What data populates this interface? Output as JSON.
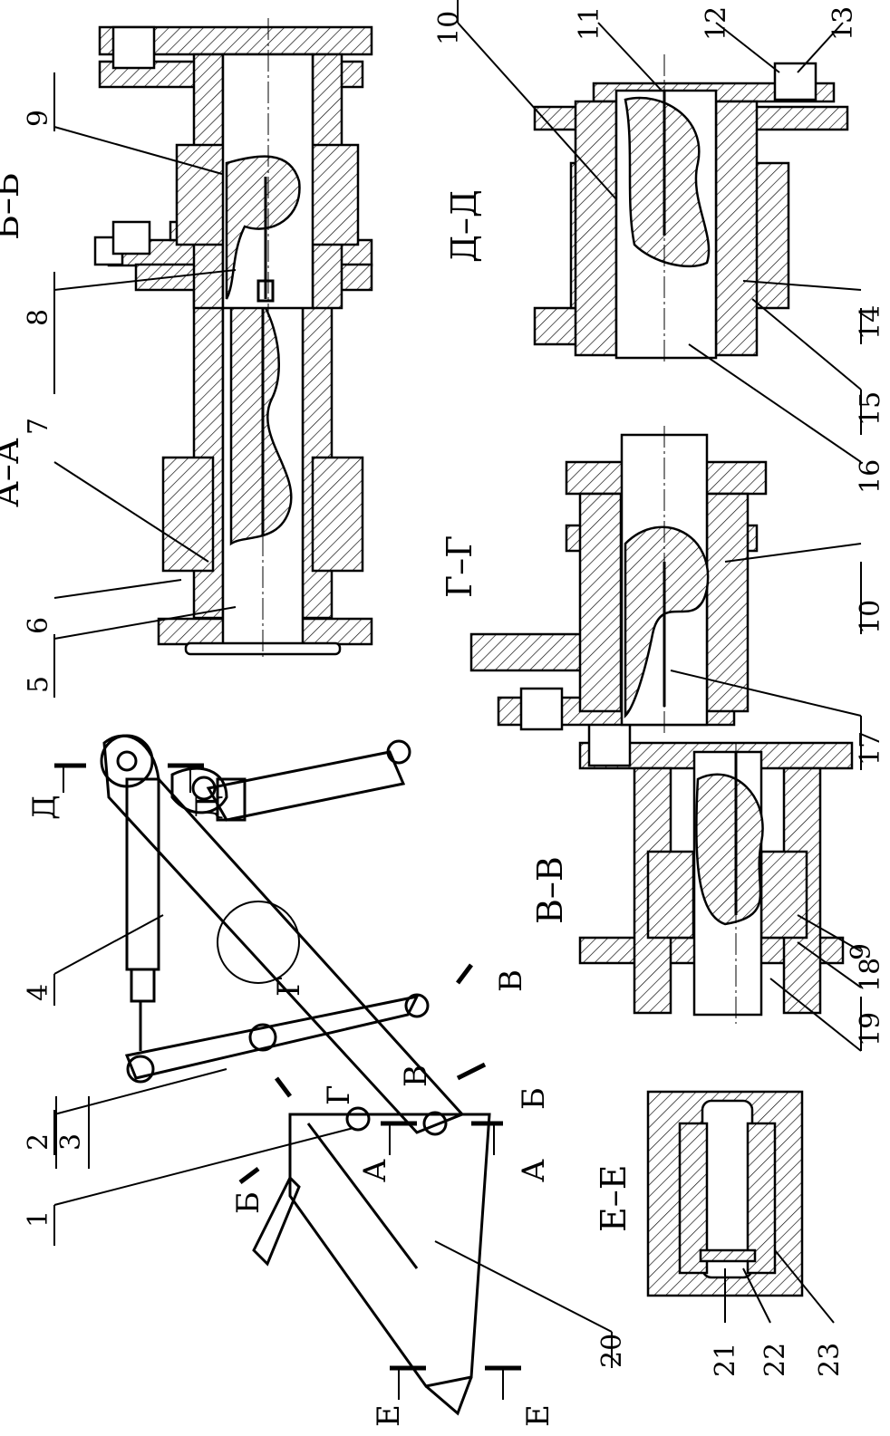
{
  "drawing": {
    "section_titles": [
      "А–А",
      "Б–Б",
      "В–В",
      "Г–Г",
      "Д–Д",
      "Е–Е"
    ],
    "part_numbers": [
      "1",
      "2",
      "3",
      "4",
      "5",
      "6",
      "7",
      "8",
      "9",
      "10",
      "11",
      "12",
      "13",
      "14",
      "15",
      "16",
      "17",
      "18",
      "19",
      "20",
      "21",
      "22",
      "23"
    ],
    "cut_letters": {
      "a": "А",
      "b": "Б",
      "v": "В",
      "g": "Г",
      "d": "Д",
      "e": "Е"
    },
    "callouts": {
      "aa": [
        "5",
        "6",
        "7"
      ],
      "bb": [
        "8",
        "9"
      ],
      "vv": [
        "9",
        "18",
        "19"
      ],
      "gg": [
        "10",
        "17"
      ],
      "dd": [
        "10",
        "11",
        "12",
        "13",
        "14",
        "15",
        "16"
      ],
      "ee": [
        "21",
        "22",
        "23"
      ],
      "main": [
        "1",
        "2",
        "3",
        "4",
        "20"
      ]
    }
  }
}
